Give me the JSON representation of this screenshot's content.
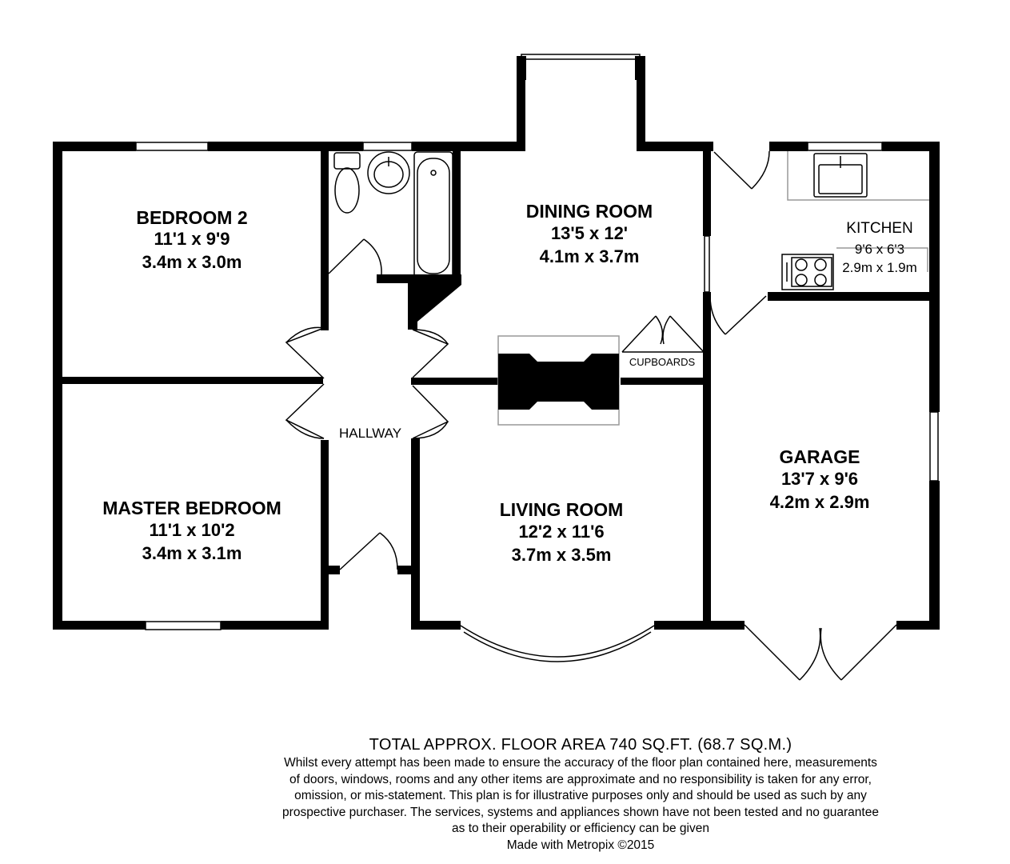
{
  "rooms": {
    "bedroom2": {
      "name": "BEDROOM 2",
      "dim_imperial": "11'1 x 9'9",
      "dim_metric": "3.4m x 3.0m"
    },
    "dining_room": {
      "name": "DINING ROOM",
      "dim_imperial": "13'5 x 12'",
      "dim_metric": "4.1m x 3.7m"
    },
    "kitchen": {
      "name": "KITCHEN",
      "dim_imperial": "9'6 x 6'3",
      "dim_metric": "2.9m x 1.9m"
    },
    "master_bedroom": {
      "name": "MASTER BEDROOM",
      "dim_imperial": "11'1 x 10'2",
      "dim_metric": "3.4m x 3.1m"
    },
    "living_room": {
      "name": "LIVING ROOM",
      "dim_imperial": "12'2 x 11'6",
      "dim_metric": "3.7m x 3.5m"
    },
    "garage": {
      "name": "GARAGE",
      "dim_imperial": "13'7 x 9'6",
      "dim_metric": "4.2m x 2.9m"
    }
  },
  "labels": {
    "hallway": "HALLWAY",
    "cupboards": "CUPBOARDS"
  },
  "footer": {
    "total_area": "TOTAL APPROX. FLOOR AREA 740 SQ.FT. (68.7 SQ.M.)",
    "disclaimer_lines": [
      "Whilst every attempt has been made to ensure the accuracy of the floor plan contained here, measurements",
      "of doors, windows, rooms and any other items are approximate and no responsibility is taken for any error,",
      "omission, or mis-statement. This plan is for illustrative purposes only and should be used as such by any",
      "prospective purchaser. The services, systems and appliances shown have not been tested and no guarantee",
      "as to their operability or efficiency can be given"
    ],
    "credit": "Made with Metropix ©2015"
  },
  "colors": {
    "walls": "#000000",
    "background": "#ffffff",
    "fixtures": "#999999"
  }
}
